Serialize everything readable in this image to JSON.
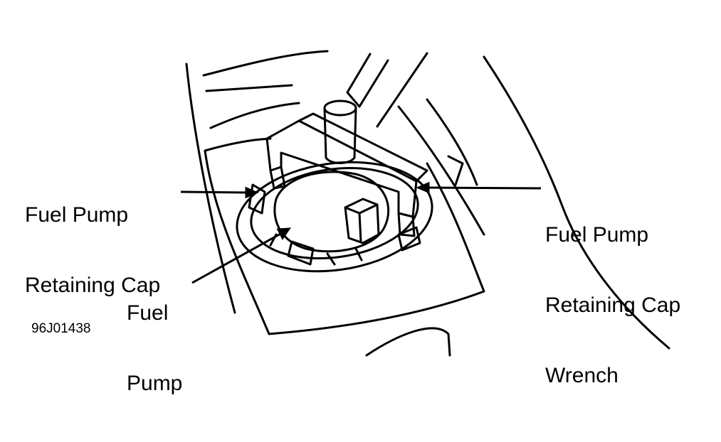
{
  "labels": {
    "retaining_cap": [
      "Fuel Pump",
      "Retaining Cap"
    ],
    "fuel_pump": [
      "Fuel",
      "Pump"
    ],
    "wrench": [
      "Fuel Pump",
      "Retaining Cap",
      "Wrench"
    ]
  },
  "figure_code": "96J01438"
}
